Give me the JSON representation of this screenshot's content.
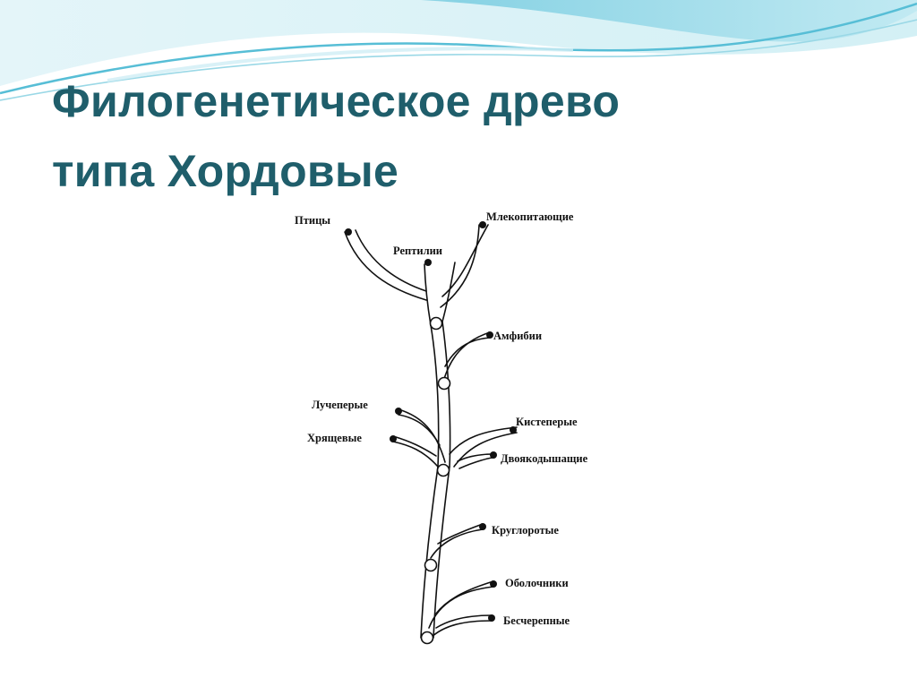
{
  "slide": {
    "title_line1": "Филогенетическое древо",
    "title_line2": "типа Хордовые",
    "title_color": "#1f5e6b"
  },
  "tree": {
    "labels": {
      "birds": "Птицы",
      "mammals": "Млекопитающие",
      "reptiles": "Рептилии",
      "amphibians": "Амфибии",
      "ray_finned": "Лучеперые",
      "lobe_finned": "Кистеперые",
      "chimaeras": "Хрящевые",
      "lungfish": "Двоякодышащие",
      "cyclostomes": "Круглоротые",
      "tunicates": "Оболочники",
      "acrania": "Бесчерепные"
    }
  }
}
